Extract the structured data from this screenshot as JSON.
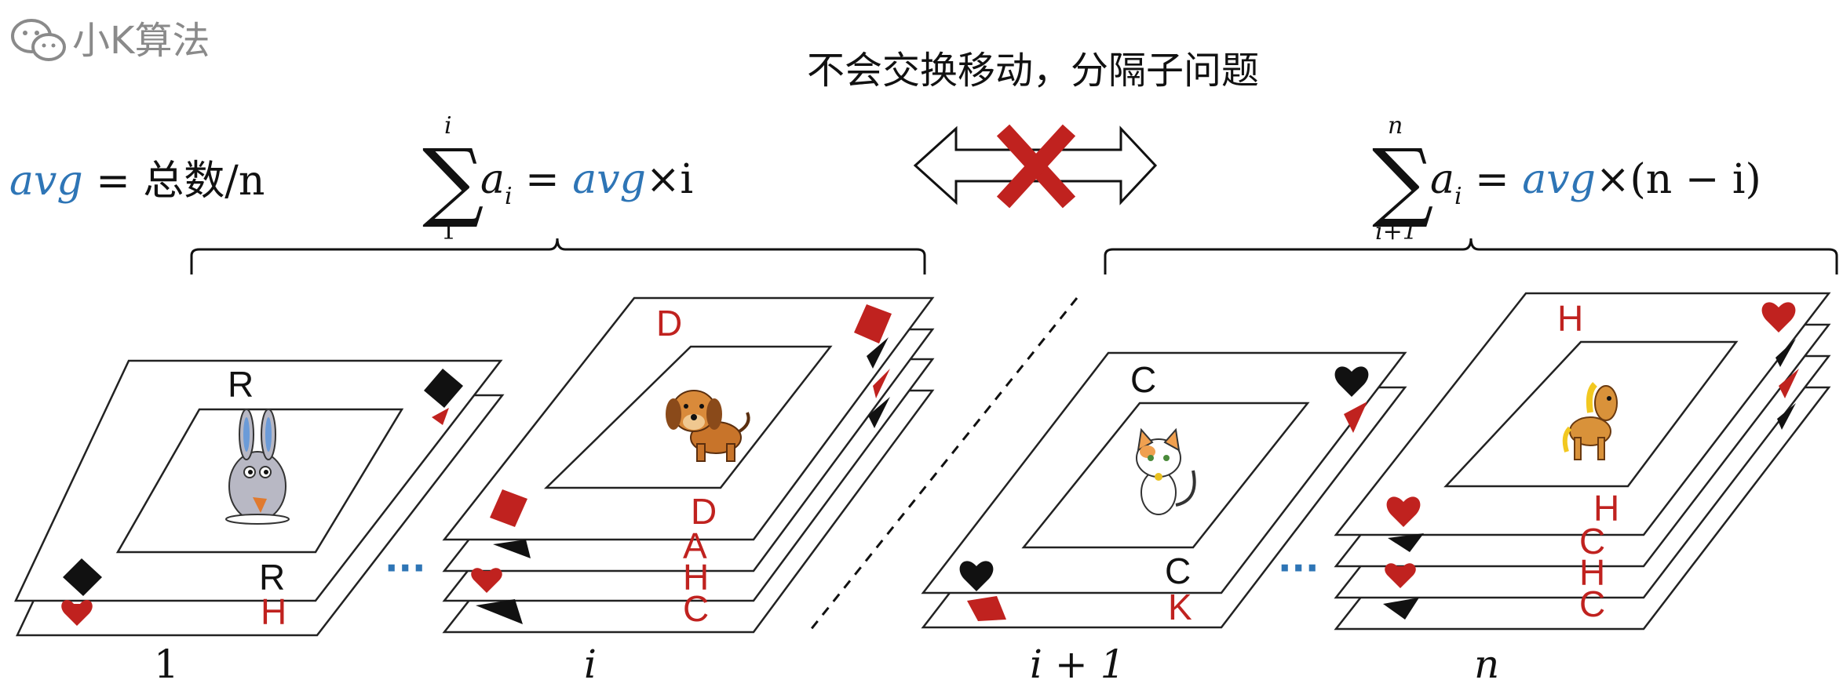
{
  "watermark": {
    "text": "小K算法",
    "icon": "wechat-icon"
  },
  "title": "不会交换移动，分隔子问题",
  "formula_avg": {
    "var": "avg",
    "rest": " = 总数/n"
  },
  "sum_left": {
    "upper": "i",
    "lower": "1",
    "term": "a",
    "sub": "i",
    "eq": " = ",
    "avg": "avg",
    "tail": "×i"
  },
  "sum_right": {
    "upper": "n",
    "lower": "i+1",
    "term": "a",
    "sub": "i",
    "eq": " = ",
    "avg": "avg",
    "tail": "×(n − i)"
  },
  "groups": [
    {
      "label": "1",
      "animal": "rabbit",
      "top_letter": "R",
      "layers": [
        "R",
        "H"
      ]
    },
    {
      "label": "i",
      "animal": "dog",
      "top_letter": "D",
      "layers": [
        "D",
        "A",
        "H",
        "C"
      ]
    },
    {
      "label": "i + 1",
      "animal": "cat",
      "top_letter": "C",
      "layers": [
        "C",
        "K"
      ]
    },
    {
      "label": "n",
      "animal": "horse",
      "top_letter": "H",
      "layers": [
        "H",
        "C",
        "H",
        "C"
      ]
    }
  ],
  "ellipsis": "···",
  "colors": {
    "accent_blue": "#2e75b6",
    "suit_red": "#c0221f",
    "cross_red": "#c0221f"
  }
}
